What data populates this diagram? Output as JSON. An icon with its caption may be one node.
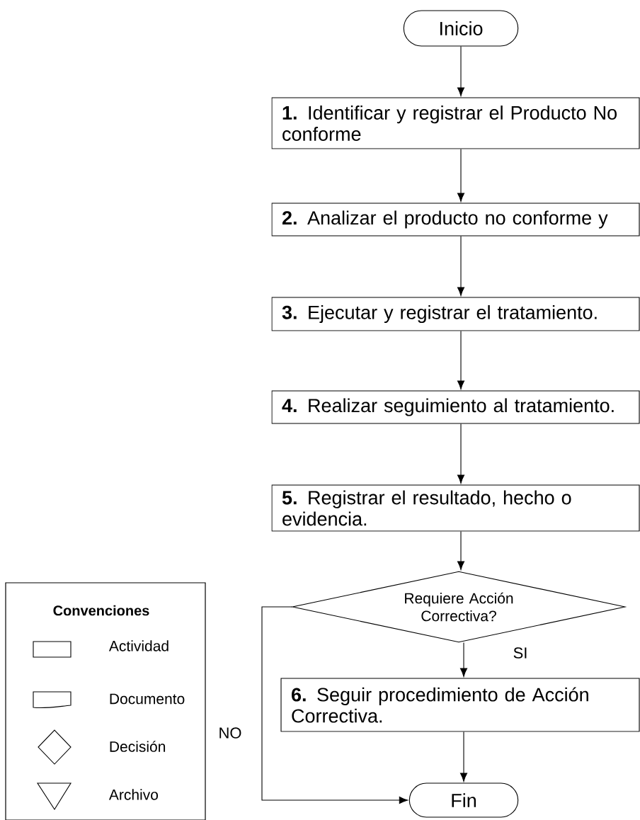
{
  "diagram": {
    "nodes": [
      {
        "text": [
          "Inicio"
        ]
      },
      {
        "text": [
          "**1.** Identificar y registrar el Producto No conforme"
        ]
      },
      {
        "text": [
          "**2.** Analizar el producto no conforme y"
        ]
      },
      {
        "text": [
          "**3.** Ejecutar y registrar el tratamiento."
        ]
      },
      {
        "text": [
          "**4.** Realizar seguimiento al tratamiento."
        ]
      },
      {
        "text": [
          "**5.** Registrar el resultado, hecho o evidencia."
        ]
      },
      {
        "text": [
          "Requiere Acción Correctiva?"
        ]
      },
      {
        "text": [
          "**6.** Seguir procedimiento de Acción Correctiva."
        ]
      },
      {
        "text": [
          "Fin"
        ]
      }
    ],
    "edges": [
      {
        "from": 0,
        "to": 1,
        "arrow": "to"
      },
      {
        "from": 1,
        "to": 2,
        "arrow": "to"
      },
      {
        "from": 2,
        "to": 3,
        "arrow": "to"
      },
      {
        "from": 3,
        "to": 4,
        "arrow": "to"
      },
      {
        "from": 4,
        "to": 5,
        "arrow": "to"
      },
      {
        "from": 5,
        "to": 6,
        "arrow": "to"
      },
      {
        "from": 6,
        "to": 7,
        "arrow": "to",
        "label": "SI"
      },
      {
        "from": 7,
        "to": 8,
        "arrow": "to"
      },
      {
        "from": 6,
        "to": 8,
        "arrow": "to",
        "label": "NO"
      }
    ],
    "labels": [
      "Convenciones"
    ],
    "legend": [
      {
        "text": "Actividad"
      },
      {
        "text": "Documento"
      },
      {
        "text": "Decisión"
      },
      {
        "text": "Archivo"
      }
    ]
  }
}
